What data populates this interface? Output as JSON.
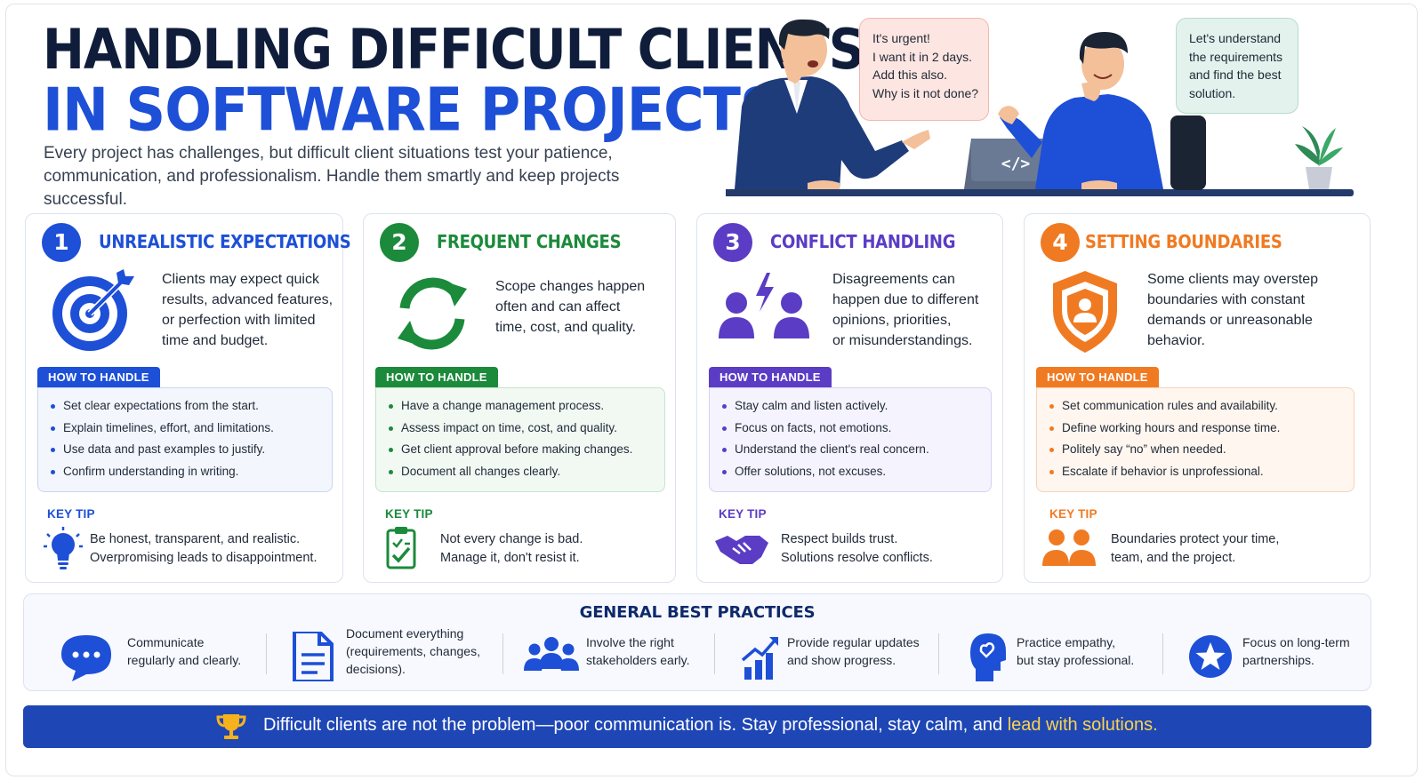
{
  "header": {
    "title_line1": "HANDLING DIFFICULT CLIENTS",
    "title_line2": "IN SOFTWARE PROJECTS",
    "subtitle": "Every project has challenges, but difficult client situations test your patience, communication, and professionalism. Handle them smartly and keep projects successful."
  },
  "illustration": {
    "client_bubble": [
      "It's urgent!",
      "I want it in 2 days.",
      "Add this also.",
      "Why is it not done?"
    ],
    "developer_bubble": [
      "Let's understand",
      "the requirements",
      "and find the best",
      "solution."
    ],
    "laptop_icon": "code-icon",
    "plant_icon": "plant-icon"
  },
  "cards": [
    {
      "number": "1",
      "title": "UNREALISTIC EXPECTATIONS",
      "color": "#1d4fd7",
      "icon": "target-icon",
      "desc": [
        "Clients may expect quick",
        "results, advanced features,",
        "or perfection with limited",
        "time and budget."
      ],
      "handle_label": "HOW TO HANDLE",
      "handle_items": [
        "Set clear expectations from the start.",
        "Explain timelines, effort, and limitations.",
        "Use data and past examples to justify.",
        "Confirm understanding in writing."
      ],
      "key_tip_label": "KEY TIP",
      "tip_icon": "lightbulb-icon",
      "tip": [
        "Be honest, transparent, and realistic.",
        "Overpromising leads to disappointment."
      ]
    },
    {
      "number": "2",
      "title": "FREQUENT CHANGES",
      "color": "#1b8a3b",
      "icon": "refresh-icon",
      "desc": [
        "Scope changes happen",
        "often and can affect",
        "time, cost, and quality."
      ],
      "handle_label": "HOW TO HANDLE",
      "handle_items": [
        "Have a change management process.",
        "Assess impact on time, cost, and quality.",
        "Get client approval before making changes.",
        "Document all changes clearly."
      ],
      "key_tip_label": "KEY TIP",
      "tip_icon": "clipboard-check-icon",
      "tip": [
        "Not every change is bad.",
        "Manage it, don't resist it."
      ]
    },
    {
      "number": "3",
      "title": "CONFLICT HANDLING",
      "color": "#5b3cc4",
      "icon": "conflict-icon",
      "desc": [
        "Disagreements can",
        "happen due to different",
        "opinions, priorities,",
        "or misunderstandings."
      ],
      "handle_label": "HOW TO HANDLE",
      "handle_items": [
        "Stay calm and listen actively.",
        "Focus on facts, not emotions.",
        "Understand the client's real concern.",
        "Offer solutions, not excuses."
      ],
      "key_tip_label": "KEY TIP",
      "tip_icon": "handshake-icon",
      "tip": [
        "Respect builds trust.",
        "Solutions resolve conflicts."
      ]
    },
    {
      "number": "4",
      "title": "SETTING BOUNDARIES",
      "color": "#f07a22",
      "icon": "shield-user-icon",
      "desc": [
        "Some clients may overstep",
        "boundaries with constant",
        "demands or unreasonable",
        "behavior."
      ],
      "handle_label": "HOW TO HANDLE",
      "handle_items": [
        "Set communication rules and availability.",
        "Define working hours and response time.",
        "Politely say “no” when needed.",
        "Escalate if behavior is unprofessional."
      ],
      "key_tip_label": "KEY TIP",
      "tip_icon": "people-icon",
      "tip": [
        "Boundaries protect your time,",
        "team, and the project."
      ]
    }
  ],
  "best_practices": {
    "title": "GENERAL BEST PRACTICES",
    "items": [
      {
        "icon": "chat-icon",
        "text": [
          "Communicate",
          "regularly and clearly."
        ]
      },
      {
        "icon": "document-icon",
        "text": [
          "Document everything",
          "(requirements, changes,",
          "decisions)."
        ]
      },
      {
        "icon": "group-icon",
        "text": [
          "Involve the right",
          "stakeholders early."
        ]
      },
      {
        "icon": "growth-chart-icon",
        "text": [
          "Provide regular updates",
          "and show progress."
        ]
      },
      {
        "icon": "empathy-head-icon",
        "text": [
          "Practice empathy,",
          "but stay professional."
        ]
      },
      {
        "icon": "star-icon",
        "text": [
          "Focus on long-term",
          "partnerships."
        ]
      }
    ]
  },
  "footer": {
    "icon": "trophy-icon",
    "text": "Difficult clients are not the problem—poor communication is. Stay professional, stay calm, and ",
    "highlight": "lead with solutions."
  }
}
